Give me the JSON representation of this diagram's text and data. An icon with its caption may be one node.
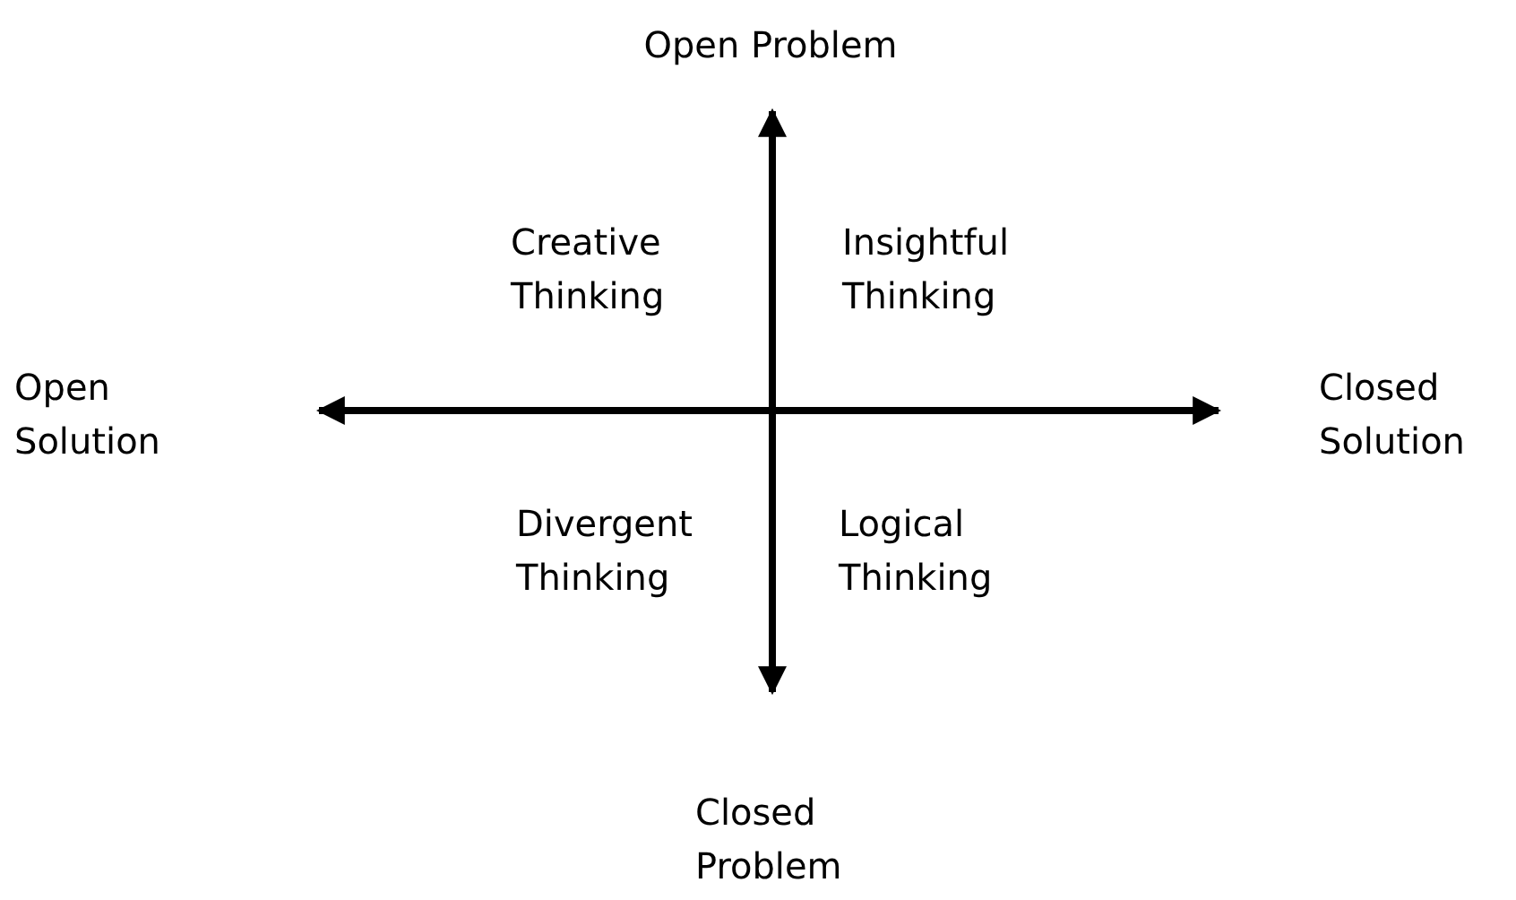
{
  "diagram": {
    "nodes": [
      {
        "text": [
          "Open Problem"
        ]
      },
      {
        "text": [
          "Open Solution"
        ]
      },
      {
        "text": [
          "Closed Solution"
        ]
      },
      {
        "text": [
          "Closed Problem"
        ]
      }
    ],
    "edges": [
      {
        "from": 1,
        "to": 2,
        "arrow": "both"
      },
      {
        "from": 0,
        "to": 3,
        "arrow": "both"
      }
    ],
    "labels": [
      "Creative Thinking",
      "Insightful Thinking",
      "Divergent Thinking",
      "Logical Thinking"
    ]
  }
}
